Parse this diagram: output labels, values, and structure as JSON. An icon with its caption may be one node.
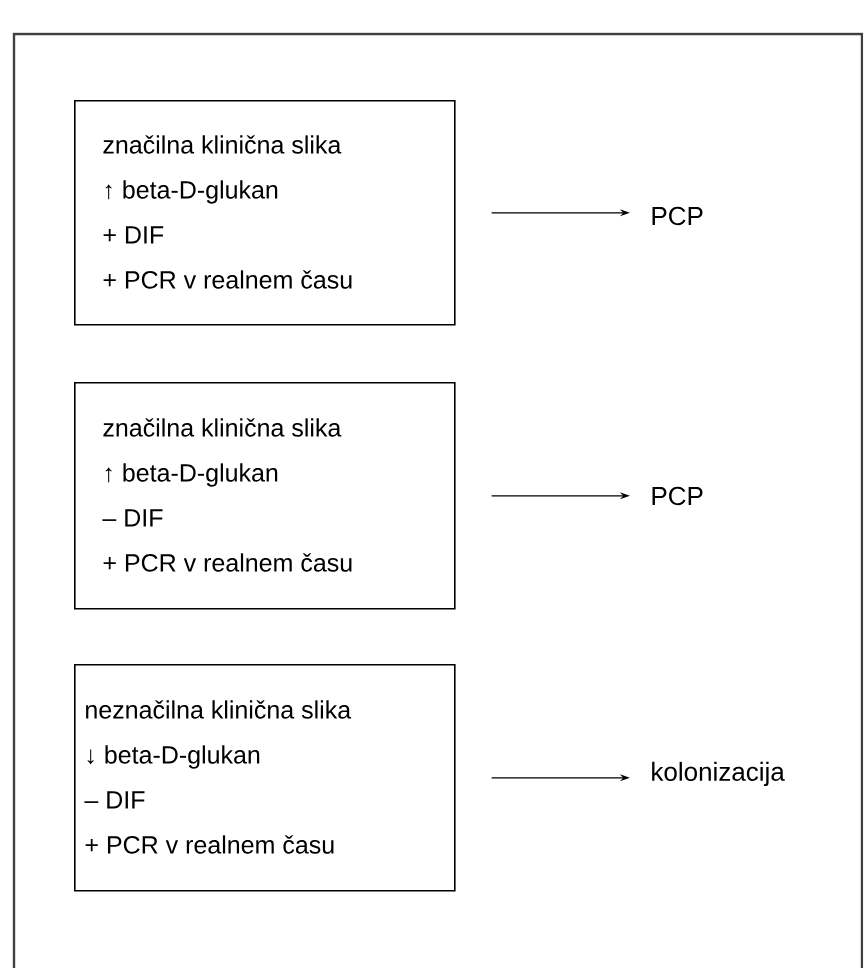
{
  "diagram": {
    "nodes": [
      {
        "text": [
          "značilna klinična slika",
          "↑ beta-D-glukan",
          "+ DIF",
          "+ PCR v realnem času"
        ]
      },
      {
        "text": [
          "PCP"
        ]
      },
      {
        "text": [
          "značilna klinična slika",
          "↑ beta-D-glukan",
          "– DIF",
          "+ PCR v realnem času"
        ]
      },
      {
        "text": [
          "PCP"
        ]
      },
      {
        "text": [
          "neznačilna klinična slika",
          "↓ beta-D-glukan",
          "– DIF",
          "+ PCR v realnem času"
        ]
      },
      {
        "text": [
          "kolonizacija"
        ]
      }
    ],
    "edges": [
      {
        "from": 0,
        "to": 1,
        "arrow": "to"
      },
      {
        "from": 2,
        "to": 3,
        "arrow": "to"
      },
      {
        "from": 4,
        "to": 5,
        "arrow": "to"
      }
    ]
  }
}
